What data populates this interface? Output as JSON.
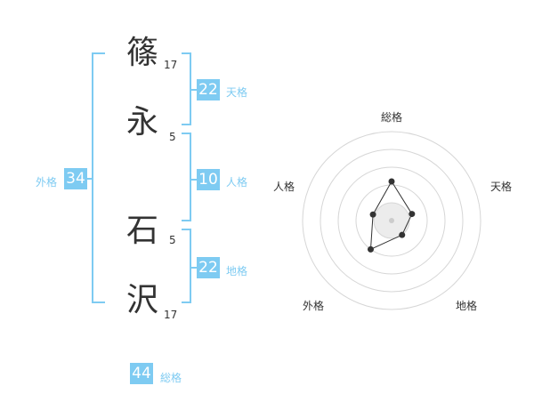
{
  "name": {
    "chars": [
      {
        "char": "篠",
        "strokes": "17"
      },
      {
        "char": "永",
        "strokes": "5"
      },
      {
        "char": "石",
        "strokes": "5"
      },
      {
        "char": "沢",
        "strokes": "17"
      }
    ]
  },
  "kaku": {
    "tenkaku": {
      "value": "22",
      "label": "天格"
    },
    "jinkaku": {
      "value": "10",
      "label": "人格"
    },
    "chikaku": {
      "value": "22",
      "label": "地格"
    },
    "gaikaku": {
      "value": "34",
      "label": "外格"
    },
    "soukaku": {
      "value": "44",
      "label": "総格"
    }
  },
  "colors": {
    "accent": "#7ecbf2",
    "text": "#333333"
  },
  "chart_data": {
    "type": "radar",
    "axes": [
      "総格",
      "天格",
      "地格",
      "外格",
      "人格"
    ],
    "max": 5,
    "values": [
      2.2,
      1.2,
      1.0,
      2.0,
      1.1
    ]
  }
}
